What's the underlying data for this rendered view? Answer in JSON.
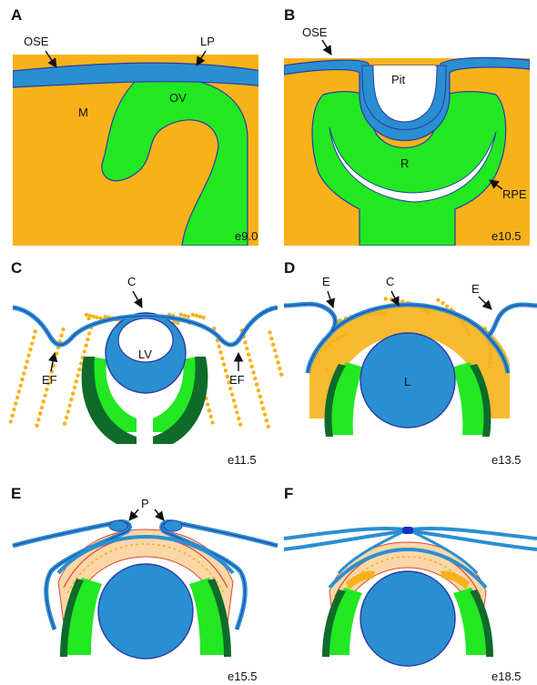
{
  "colors": {
    "ectoderm_blue": "#2a8fd0",
    "outline_blue": "#2a3aa8",
    "mesenchyme_orange": "#f7b21a",
    "neural_green": "#22e822",
    "rpe_dark_green": "#0f6b2a",
    "lens_fiber_red": "#e0452a",
    "eyelid_junction": "#1a2fc8",
    "background": "#ffffff"
  },
  "panels": [
    {
      "letter": "A",
      "stage": "e9.0",
      "labels": [
        "OSE",
        "LP",
        "M",
        "OV"
      ]
    },
    {
      "letter": "B",
      "stage": "e10.5",
      "labels": [
        "OSE",
        "Pit",
        "R",
        "RPE"
      ]
    },
    {
      "letter": "C",
      "stage": "e11.5",
      "labels": [
        "C",
        "LV",
        "EF",
        "EF"
      ]
    },
    {
      "letter": "D",
      "stage": "e13.5",
      "labels": [
        "E",
        "C",
        "E",
        "L"
      ]
    },
    {
      "letter": "E",
      "stage": "e15.5",
      "labels": [
        "P"
      ]
    },
    {
      "letter": "F",
      "stage": "e18.5",
      "labels": []
    }
  ]
}
